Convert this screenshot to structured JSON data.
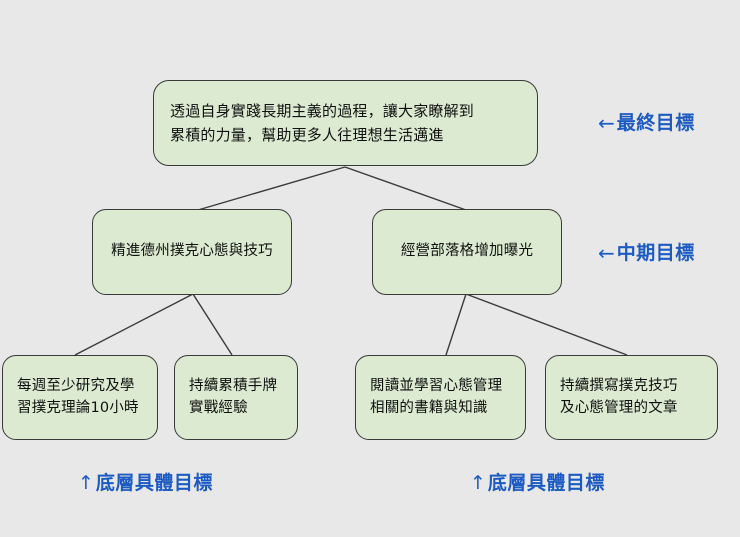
{
  "diagram": {
    "background_color": "#e8e8e8",
    "node_fill_color": "#dbead0",
    "node_border_color": "#3a3a3a",
    "annotation_color": "#1d5bc4",
    "goal": {
      "text": "透過自身實踐長期主義的過程，讓大家瞭解到\n累積的力量，幫助更多人往理想生活邁進"
    },
    "mid_nodes": [
      {
        "text": "精進德州撲克心態與技巧"
      },
      {
        "text": "經營部落格增加曝光"
      }
    ],
    "leaf_nodes": [
      {
        "text": "每週至少研究及學\n習撲克理論10小時"
      },
      {
        "text": "持續累積手牌\n實戰經驗"
      },
      {
        "text": "閱讀並學習心態管理\n相關的書籍與知識"
      },
      {
        "text": "持續撰寫撲克技巧\n及心態管理的文章"
      }
    ],
    "annotations": [
      {
        "arrow": "←",
        "label": "最終目標",
        "icon": "arrow-left-icon"
      },
      {
        "arrow": "←",
        "label": "中期目標",
        "icon": "arrow-left-icon"
      },
      {
        "arrow": "↑",
        "label": "底層具體目標",
        "icon": "arrow-up-icon"
      },
      {
        "arrow": "↑",
        "label": "底層具體目標",
        "icon": "arrow-up-icon"
      }
    ]
  }
}
